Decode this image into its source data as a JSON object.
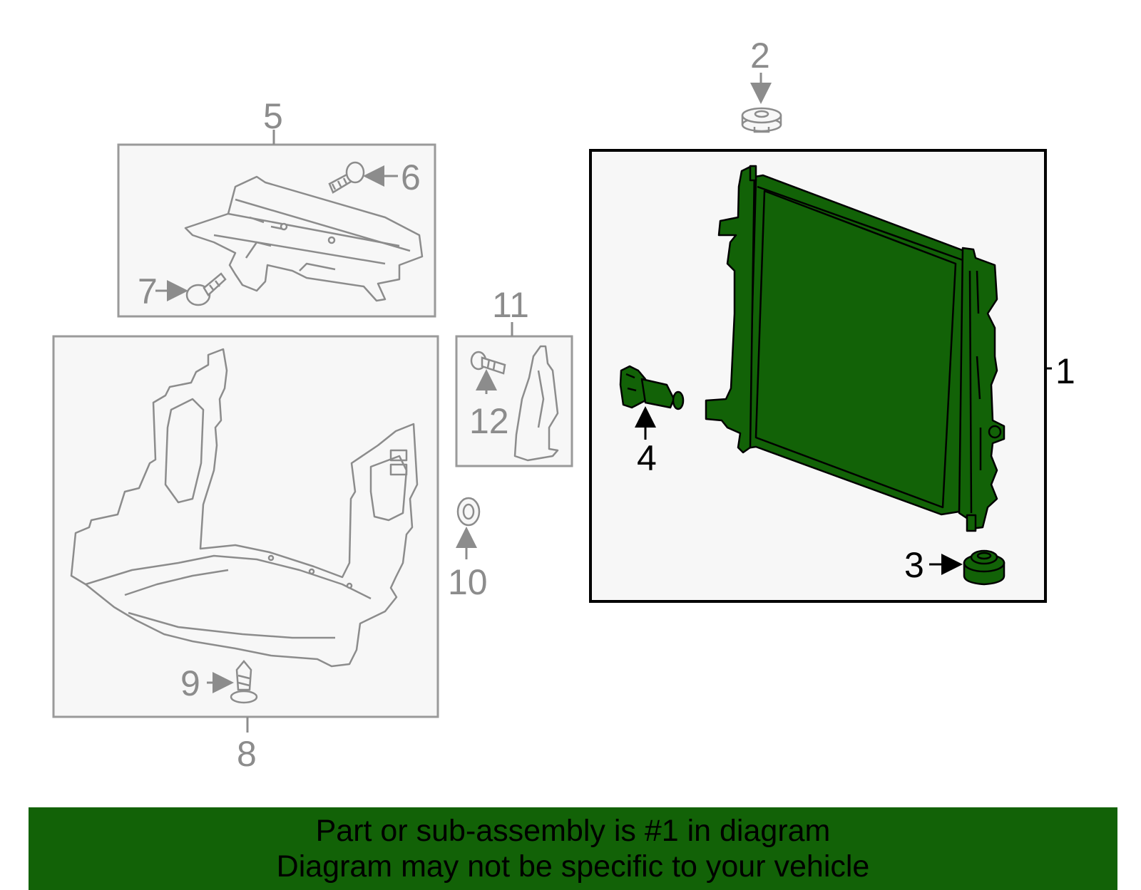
{
  "callouts": {
    "c1": "1",
    "c2": "2",
    "c3": "3",
    "c4": "4",
    "c5": "5",
    "c6": "6",
    "c7": "7",
    "c8": "8",
    "c9": "9",
    "c10": "10",
    "c11": "11",
    "c12": "12"
  },
  "banner": {
    "line1": "Part or sub-assembly is #1 in diagram",
    "line2": "Diagram may not be specific to your vehicle"
  },
  "colors": {
    "highlight": "#126207",
    "box_fill": "#f7f7f7",
    "gray_line": "#8c8c8c",
    "banner": "#126207"
  }
}
